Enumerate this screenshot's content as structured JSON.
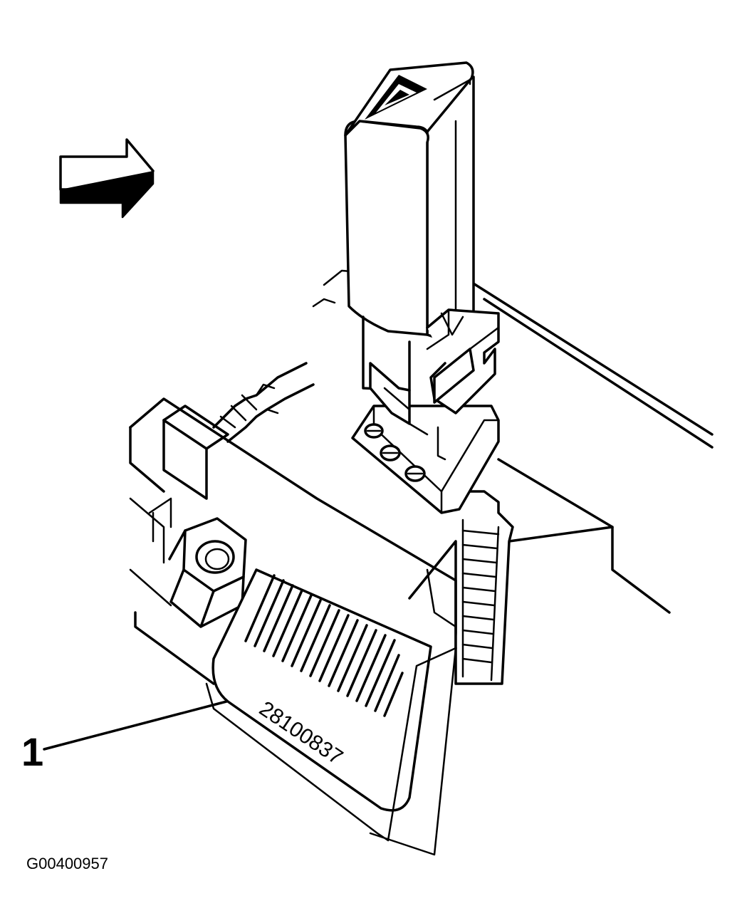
{
  "callout": {
    "number": "1"
  },
  "label": {
    "part_number": "28100837"
  },
  "figure_id": "G00400957"
}
